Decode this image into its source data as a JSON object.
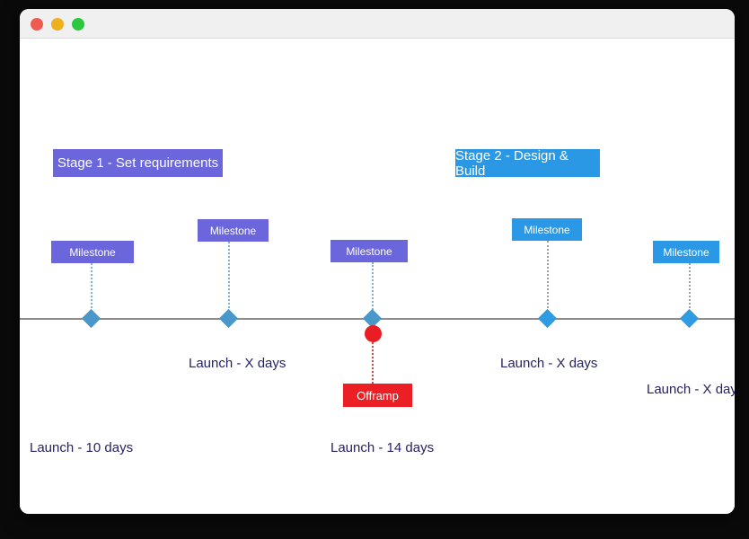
{
  "window": {
    "controls": [
      {
        "name": "close",
        "color": "#f05b51"
      },
      {
        "name": "minimize",
        "color": "#efb01f"
      },
      {
        "name": "zoom",
        "color": "#2bc840"
      }
    ]
  },
  "timeline": {
    "stages": [
      {
        "label": "Stage 1 - Set requirements",
        "color": "#6b66dc"
      },
      {
        "label": "Stage 2 - Design & Build",
        "color": "#2b98e5"
      }
    ],
    "milestones": [
      {
        "label": "Milestone",
        "color": "#6b66dc",
        "connector_color": "#76b3e3"
      },
      {
        "label": "Milestone",
        "color": "#6b66dc",
        "connector_color": "#76b3e3"
      },
      {
        "label": "Milestone",
        "color": "#6b66dc",
        "connector_color": "#76b3e3"
      },
      {
        "label": "Milestone",
        "color": "#2b98e5",
        "connector_color": "#9f9f9f"
      },
      {
        "label": "Milestone",
        "color": "#2b98e5",
        "connector_color": "#9f9f9f"
      }
    ],
    "offramp": {
      "label": "Offramp",
      "color": "#ec1f24",
      "connector_color": "#ee3b35"
    },
    "launch_labels": [
      "Launch - X days",
      "Launch - X days",
      "Launch - X days",
      "Launch - 10 days",
      "Launch - 14 days"
    ],
    "colors": {
      "diamond_stage1": "#4a97c9",
      "diamond_stage2": "#2e9be3",
      "axis_line": "#8d8d8d",
      "launch_text": "#262262"
    }
  }
}
